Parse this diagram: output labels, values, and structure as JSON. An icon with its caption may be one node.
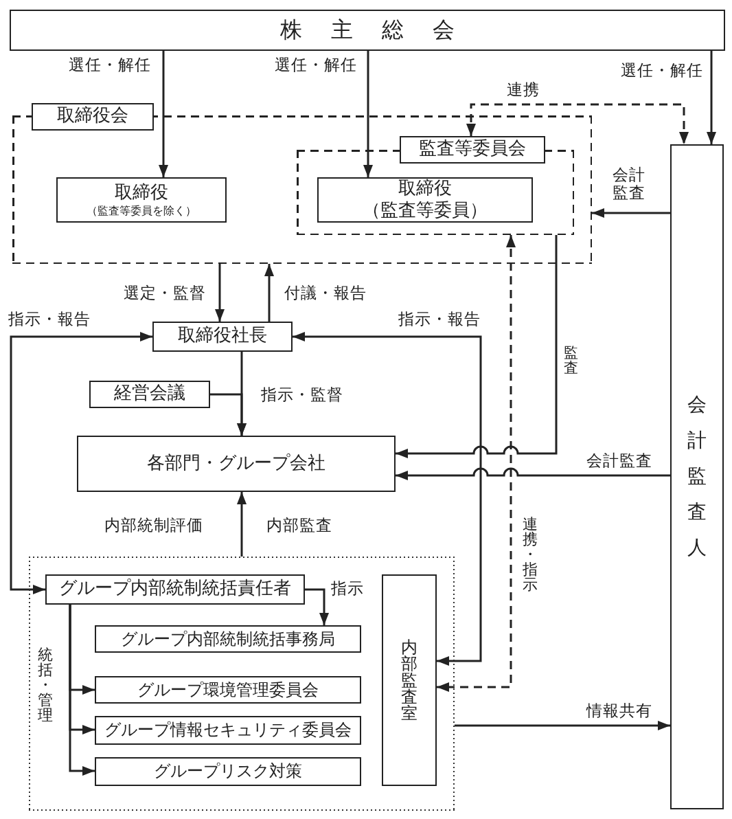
{
  "diagram": {
    "nodes": [
      {
        "text": [
          "株主総会"
        ]
      },
      {
        "text": [],
        "shape": "box"
      },
      {
        "text": [
          "取締役会"
        ]
      },
      {
        "text": [
          "取締役",
          "（監査等委員を除く）"
        ],
        "in": 1
      },
      {
        "text": [],
        "shape": "box",
        "in": 1
      },
      {
        "text": [
          "監査等委員会"
        ],
        "in": 1
      },
      {
        "text": [
          "取締役",
          "（監査等委員）"
        ],
        "in": 4
      },
      {
        "text": [
          "会計監査人"
        ]
      },
      {
        "text": [
          "取締役社長"
        ]
      },
      {
        "text": [
          "経営会議"
        ]
      },
      {
        "text": [
          "各部門・グループ会社"
        ]
      },
      {
        "text": [],
        "shape": "box"
      },
      {
        "text": [
          "グループ内部統制統括責任者"
        ],
        "in": 11
      },
      {
        "text": [
          "グループ内部統制統括事務局"
        ],
        "in": 11
      },
      {
        "text": [
          "グループ環境管理委員会"
        ],
        "in": 11
      },
      {
        "text": [
          "グループ情報セキュリティ委員会"
        ],
        "in": 11
      },
      {
        "text": [
          "グループリスク対策"
        ],
        "in": 11
      },
      {
        "text": [
          "内部監査室"
        ],
        "in": 11
      }
    ],
    "edges": [
      {
        "from": 0,
        "to": 3,
        "arrow": "to",
        "label": "選任・解任"
      },
      {
        "from": 0,
        "to": 6,
        "arrow": "to",
        "label": "選任・解任"
      },
      {
        "from": 0,
        "to": 7,
        "arrow": "to",
        "label": "選任・解任"
      },
      {
        "from": 5,
        "to": 7,
        "arrow": "both",
        "style": "dashed",
        "label": "連携"
      },
      {
        "from": 7,
        "to": 1,
        "arrow": "to",
        "label": "会計監査"
      },
      {
        "from": 1,
        "to": 8,
        "arrow": "to",
        "label": "選定・監督"
      },
      {
        "from": 8,
        "to": 1,
        "arrow": "to",
        "label": "付議・報告"
      },
      {
        "from": 8,
        "to": 10,
        "arrow": "to",
        "label": "指示・監督"
      },
      {
        "from": 9,
        "to": 10,
        "arrow": "to"
      },
      {
        "from": 4,
        "to": 10,
        "arrow": "to",
        "label": "監査"
      },
      {
        "from": 7,
        "to": 10,
        "arrow": "to",
        "label": "会計監査"
      },
      {
        "from": 8,
        "to": 17,
        "arrow": "both",
        "label": "指示・報告"
      },
      {
        "from": 4,
        "to": 17,
        "arrow": "both",
        "style": "dashed",
        "label": "連携・指示"
      },
      {
        "from": 8,
        "to": 12,
        "arrow": "both",
        "label": "指示・報告"
      },
      {
        "from": 11,
        "to": 10,
        "arrow": "to",
        "label": "内部統制評価"
      },
      {
        "from": 12,
        "to": 13,
        "arrow": "to",
        "label": "指示"
      },
      {
        "from": 12,
        "to": 14,
        "arrow": "to",
        "label": "統括・管理"
      },
      {
        "from": 12,
        "to": 15,
        "arrow": "to"
      },
      {
        "from": 12,
        "to": 16,
        "arrow": "to"
      },
      {
        "from": 11,
        "to": 7,
        "arrow": "to",
        "label": "情報共有"
      }
    ],
    "labels": [
      "内部監査"
    ]
  }
}
